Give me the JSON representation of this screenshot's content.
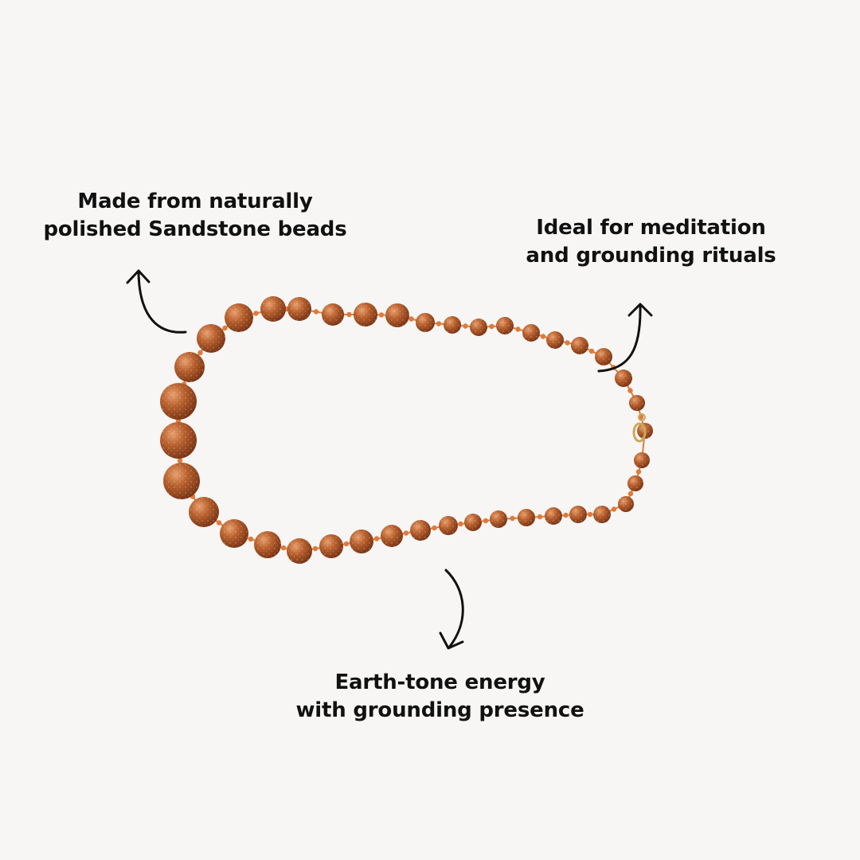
{
  "background_color": "#f7f6f4",
  "text_color": "#111111",
  "bead_colors": {
    "base": "#b8612f",
    "highlight": "#e8a070",
    "shadow": "#7a3516",
    "spacer": "#e07a3a",
    "clasp": "#c9a95a"
  },
  "annotations": {
    "left": {
      "line1": "Made from naturally",
      "line2": "polished Sandstone beads"
    },
    "right": {
      "line1": "Ideal for meditation",
      "line2": "and grounding rituals"
    },
    "bottom": {
      "line1": "Earth-tone energy",
      "line2": "with grounding presence"
    }
  },
  "icons": {
    "arrow_left": "curved-arrow-up-icon",
    "arrow_right": "curved-arrow-up-icon",
    "arrow_bottom": "curved-arrow-down-icon"
  }
}
